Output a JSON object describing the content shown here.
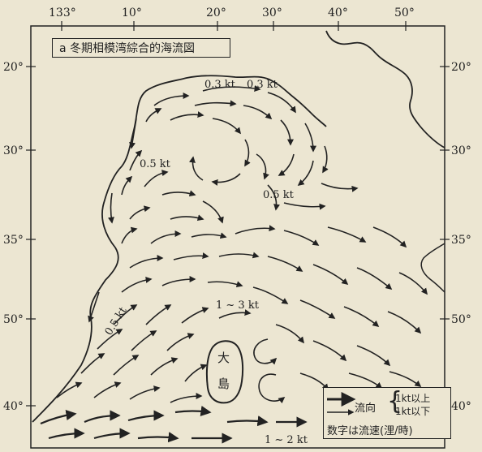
{
  "map": {
    "title": "a 冬期相模湾綜合的海流図",
    "top_ticks": [
      "133°",
      "10°",
      "20°",
      "30°",
      "40°",
      "50°"
    ],
    "left_ticks": [
      "20°",
      "30°",
      "35°",
      "50°",
      "40°"
    ],
    "right_ticks": [
      "20°",
      "30°",
      "35°",
      "50°",
      "40°"
    ],
    "speed_labels": [
      "0.3 kt",
      "0.3 kt",
      "0.5 kt",
      "0.5 kt",
      "0.5 kt",
      "1 ~ 3 kt",
      "1 ~ 2 kt"
    ],
    "island": {
      "name": "大",
      "name2": "島"
    },
    "colors": {
      "ink": "#222222",
      "paper": "#ece6d2"
    }
  },
  "legend": {
    "direction_label": "流向",
    "over_label": "1kt以上",
    "under_label": "1kt以下",
    "note": "数字は流速(浬/時)"
  }
}
